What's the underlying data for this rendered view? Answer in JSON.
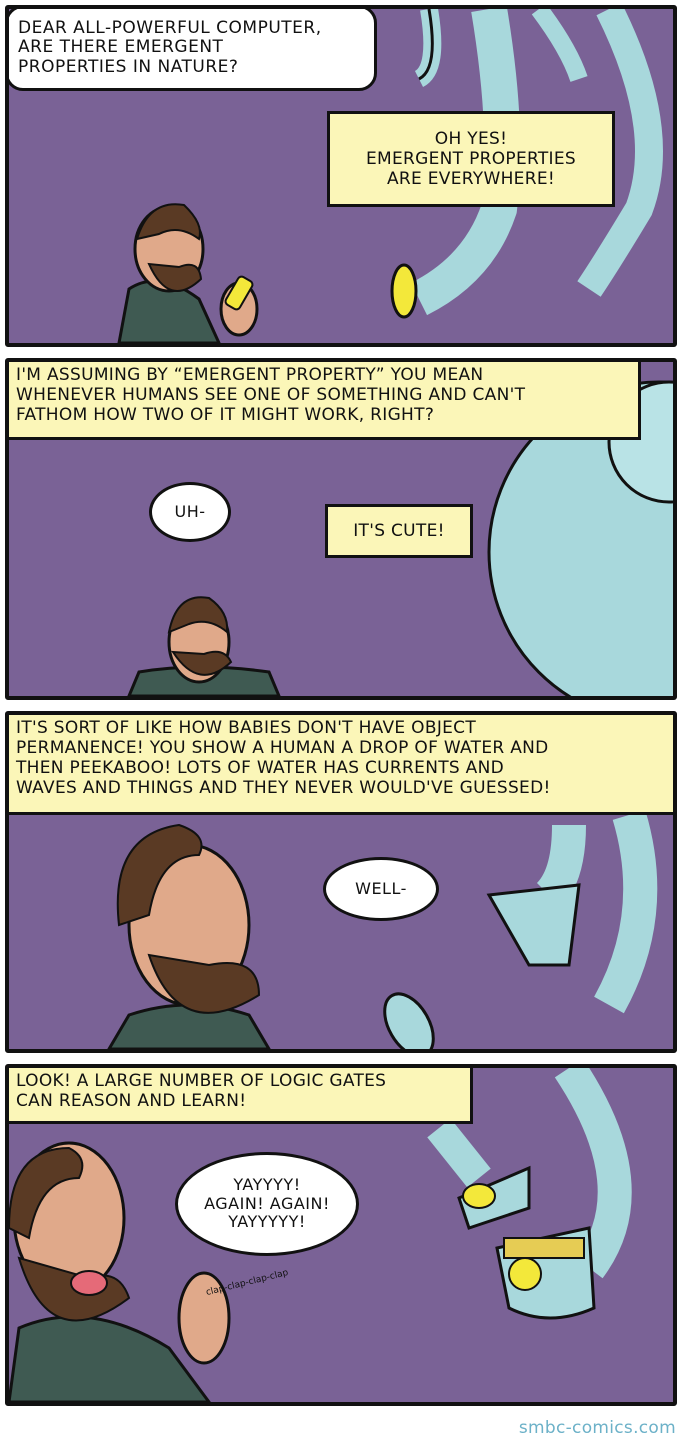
{
  "panels": [
    {
      "speech_human": "DEAR ALL-POWERFUL COMPUTER,\nARE THERE EMERGENT\nPROPERTIES IN NATURE?",
      "speech_computer": "OH YES!\nEMERGENT PROPERTIES\nARE EVERYWHERE!"
    },
    {
      "caption": "I'M ASSUMING BY “EMERGENT PROPERTY” YOU MEAN\nWHENEVER HUMANS SEE ONE OF SOMETHING AND CAN'T\nFATHOM HOW TWO OF IT MIGHT WORK, RIGHT?",
      "speech_human": "UH-",
      "speech_computer": "IT'S CUTE!"
    },
    {
      "caption": "IT'S SORT OF LIKE HOW BABIES DON'T HAVE OBJECT\nPERMANENCE! YOU SHOW A HUMAN A DROP OF WATER AND\nTHEN PEEKABOO! LOTS OF WATER HAS CURRENTS AND\nWAVES AND THINGS AND THEY NEVER WOULD'VE GUESSED!",
      "speech_human": "WELL-"
    },
    {
      "caption": "LOOK! A LARGE NUMBER OF LOGIC GATES\nCAN REASON AND LEARN!",
      "speech_human": "YAYYYY!\nAGAIN! AGAIN!\nYAYYYYY!",
      "sfx": "clap-clap-clap-clap"
    }
  ],
  "credit": "smbc-comics.com",
  "colors": {
    "panel_bg": "#7a6296",
    "caption_bg": "#fbf6b8",
    "robot_metal": "#a8d8dc",
    "robot_eye": "#f3e83a",
    "skin": "#e0a98a",
    "hair": "#5a3a24",
    "shirt": "#3f5a52"
  }
}
